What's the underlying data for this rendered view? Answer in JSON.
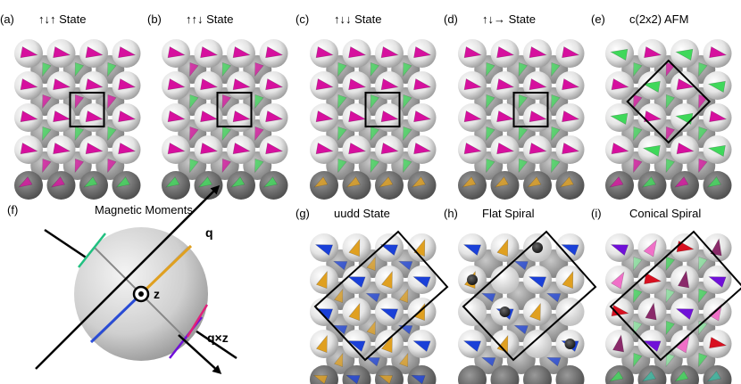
{
  "colors": {
    "magenta": "#d6109e",
    "green": "#3fd85a",
    "orange": "#e0a020",
    "blue": "#1a40d8",
    "purple": "#7010d8",
    "red": "#d81020",
    "pink": "#f070c8",
    "plum": "#8a2a6a",
    "black": "#000000"
  },
  "panels": [
    {
      "label": "(a)",
      "title": "↑↓↑ State"
    },
    {
      "label": "(b)",
      "title": "↑↑↓ State"
    },
    {
      "label": "(c)",
      "title": "↑↓↓ State"
    },
    {
      "label": "(d)",
      "title": "↑↓→ State"
    },
    {
      "label": "(e)",
      "title": "c(2x2) AFM"
    },
    {
      "label": "(f)",
      "title": "Magnetic Moments"
    },
    {
      "label": "(g)",
      "title": "uudd State"
    },
    {
      "label": "(h)",
      "title": "Flat Spiral"
    },
    {
      "label": "(i)",
      "title": "Conical Spiral"
    }
  ],
  "moments": {
    "q_label": "q",
    "z_label": "z",
    "qxz_label": "q×z"
  }
}
